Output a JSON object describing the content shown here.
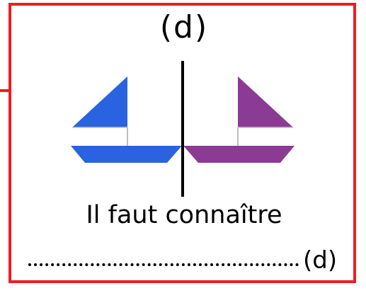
{
  "figure": {
    "axis_label": "(d)",
    "left_boat_color": "#2a63e0",
    "right_boat_color": "#8b3b94",
    "mast_color": "#bfbfbf",
    "axis_color": "#000000",
    "frame_color": "#ee1c24"
  },
  "caption": {
    "text": "Il faut connaître"
  },
  "answer": {
    "blank": "",
    "suffix": "(d)"
  }
}
